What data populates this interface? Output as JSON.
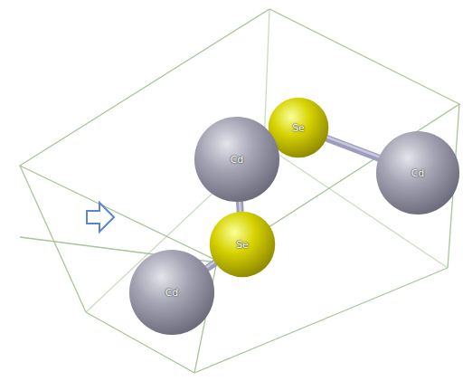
{
  "diagram": {
    "nodes": [
      {
        "text": [
          "Se"
        ]
      },
      {
        "text": [
          "Cd"
        ]
      },
      {
        "text": [
          "Cd"
        ]
      },
      {
        "text": [
          "Se"
        ]
      },
      {
        "text": [
          "Cd"
        ]
      }
    ],
    "edges": [
      {
        "from": 1,
        "to": 0,
        "arrow": "none"
      },
      {
        "from": 0,
        "to": 2,
        "arrow": "none"
      },
      {
        "from": 1,
        "to": 3,
        "arrow": "none"
      },
      {
        "from": 3,
        "to": 4,
        "arrow": "none"
      }
    ]
  }
}
